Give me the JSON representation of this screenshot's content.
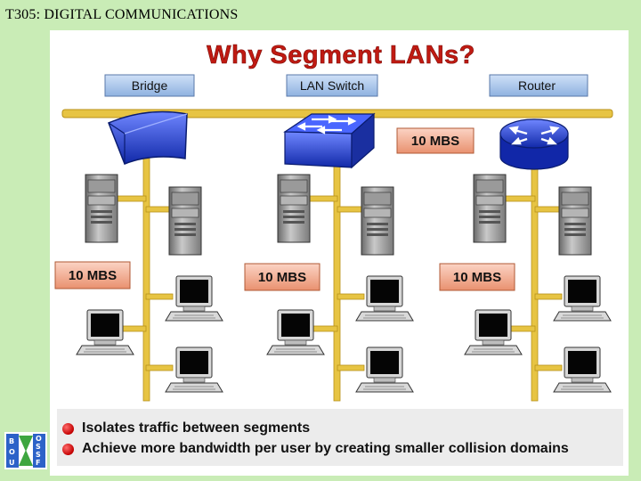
{
  "header": {
    "title": "T305: DIGITAL COMMUNICATIONS"
  },
  "diagram": {
    "title": "Why Segment LANs?",
    "devices": {
      "bridge": "Bridge",
      "switch": "LAN Switch",
      "router": "Router"
    },
    "labels": {
      "backbone_speed": "10 MBS",
      "segment_speed": "10 MBS"
    }
  },
  "bullets": [
    "Isolates traffic between segments",
    "Achieve more bandwidth per user by creating smaller collision domains"
  ],
  "logo": {
    "left_letters": [
      "B",
      "O",
      "U"
    ],
    "right_letters": [
      "O",
      "S",
      "S",
      "F"
    ]
  },
  "colors": {
    "bus": "#e5c64a",
    "device_label": "#9dbde6",
    "speed_label": "#f1a88e",
    "device_blue": "#1e3fd0"
  }
}
